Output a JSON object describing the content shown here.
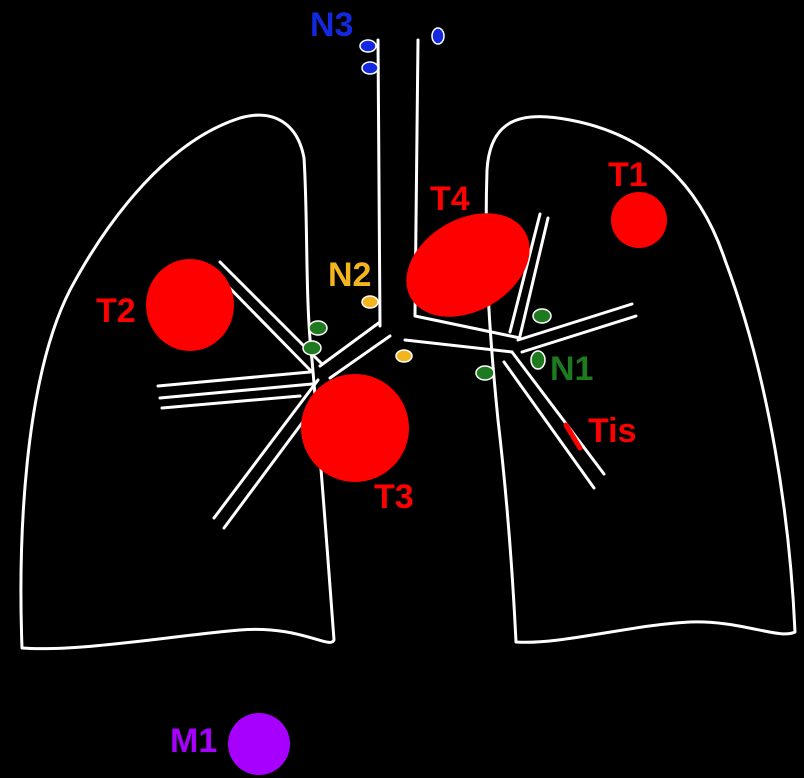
{
  "labels": {
    "t1": "T1",
    "t2": "T2",
    "t3": "T3",
    "t4": "T4",
    "tis": "Tis",
    "n1": "N1",
    "n2": "N2",
    "n3": "N3",
    "m1": "M1"
  },
  "colors": {
    "background": "#000000",
    "outline": "#ffffff",
    "tumor": "#ff0000",
    "n1_node": "#1e7a1e",
    "n2_node": "#f2b51e",
    "n3_node": "#1428e0",
    "m1": "#a800ff",
    "n1_label": "#1e7a1e",
    "n2_label": "#f2b51e",
    "n3_label": "#1428e0",
    "m1_label": "#a800ff"
  }
}
